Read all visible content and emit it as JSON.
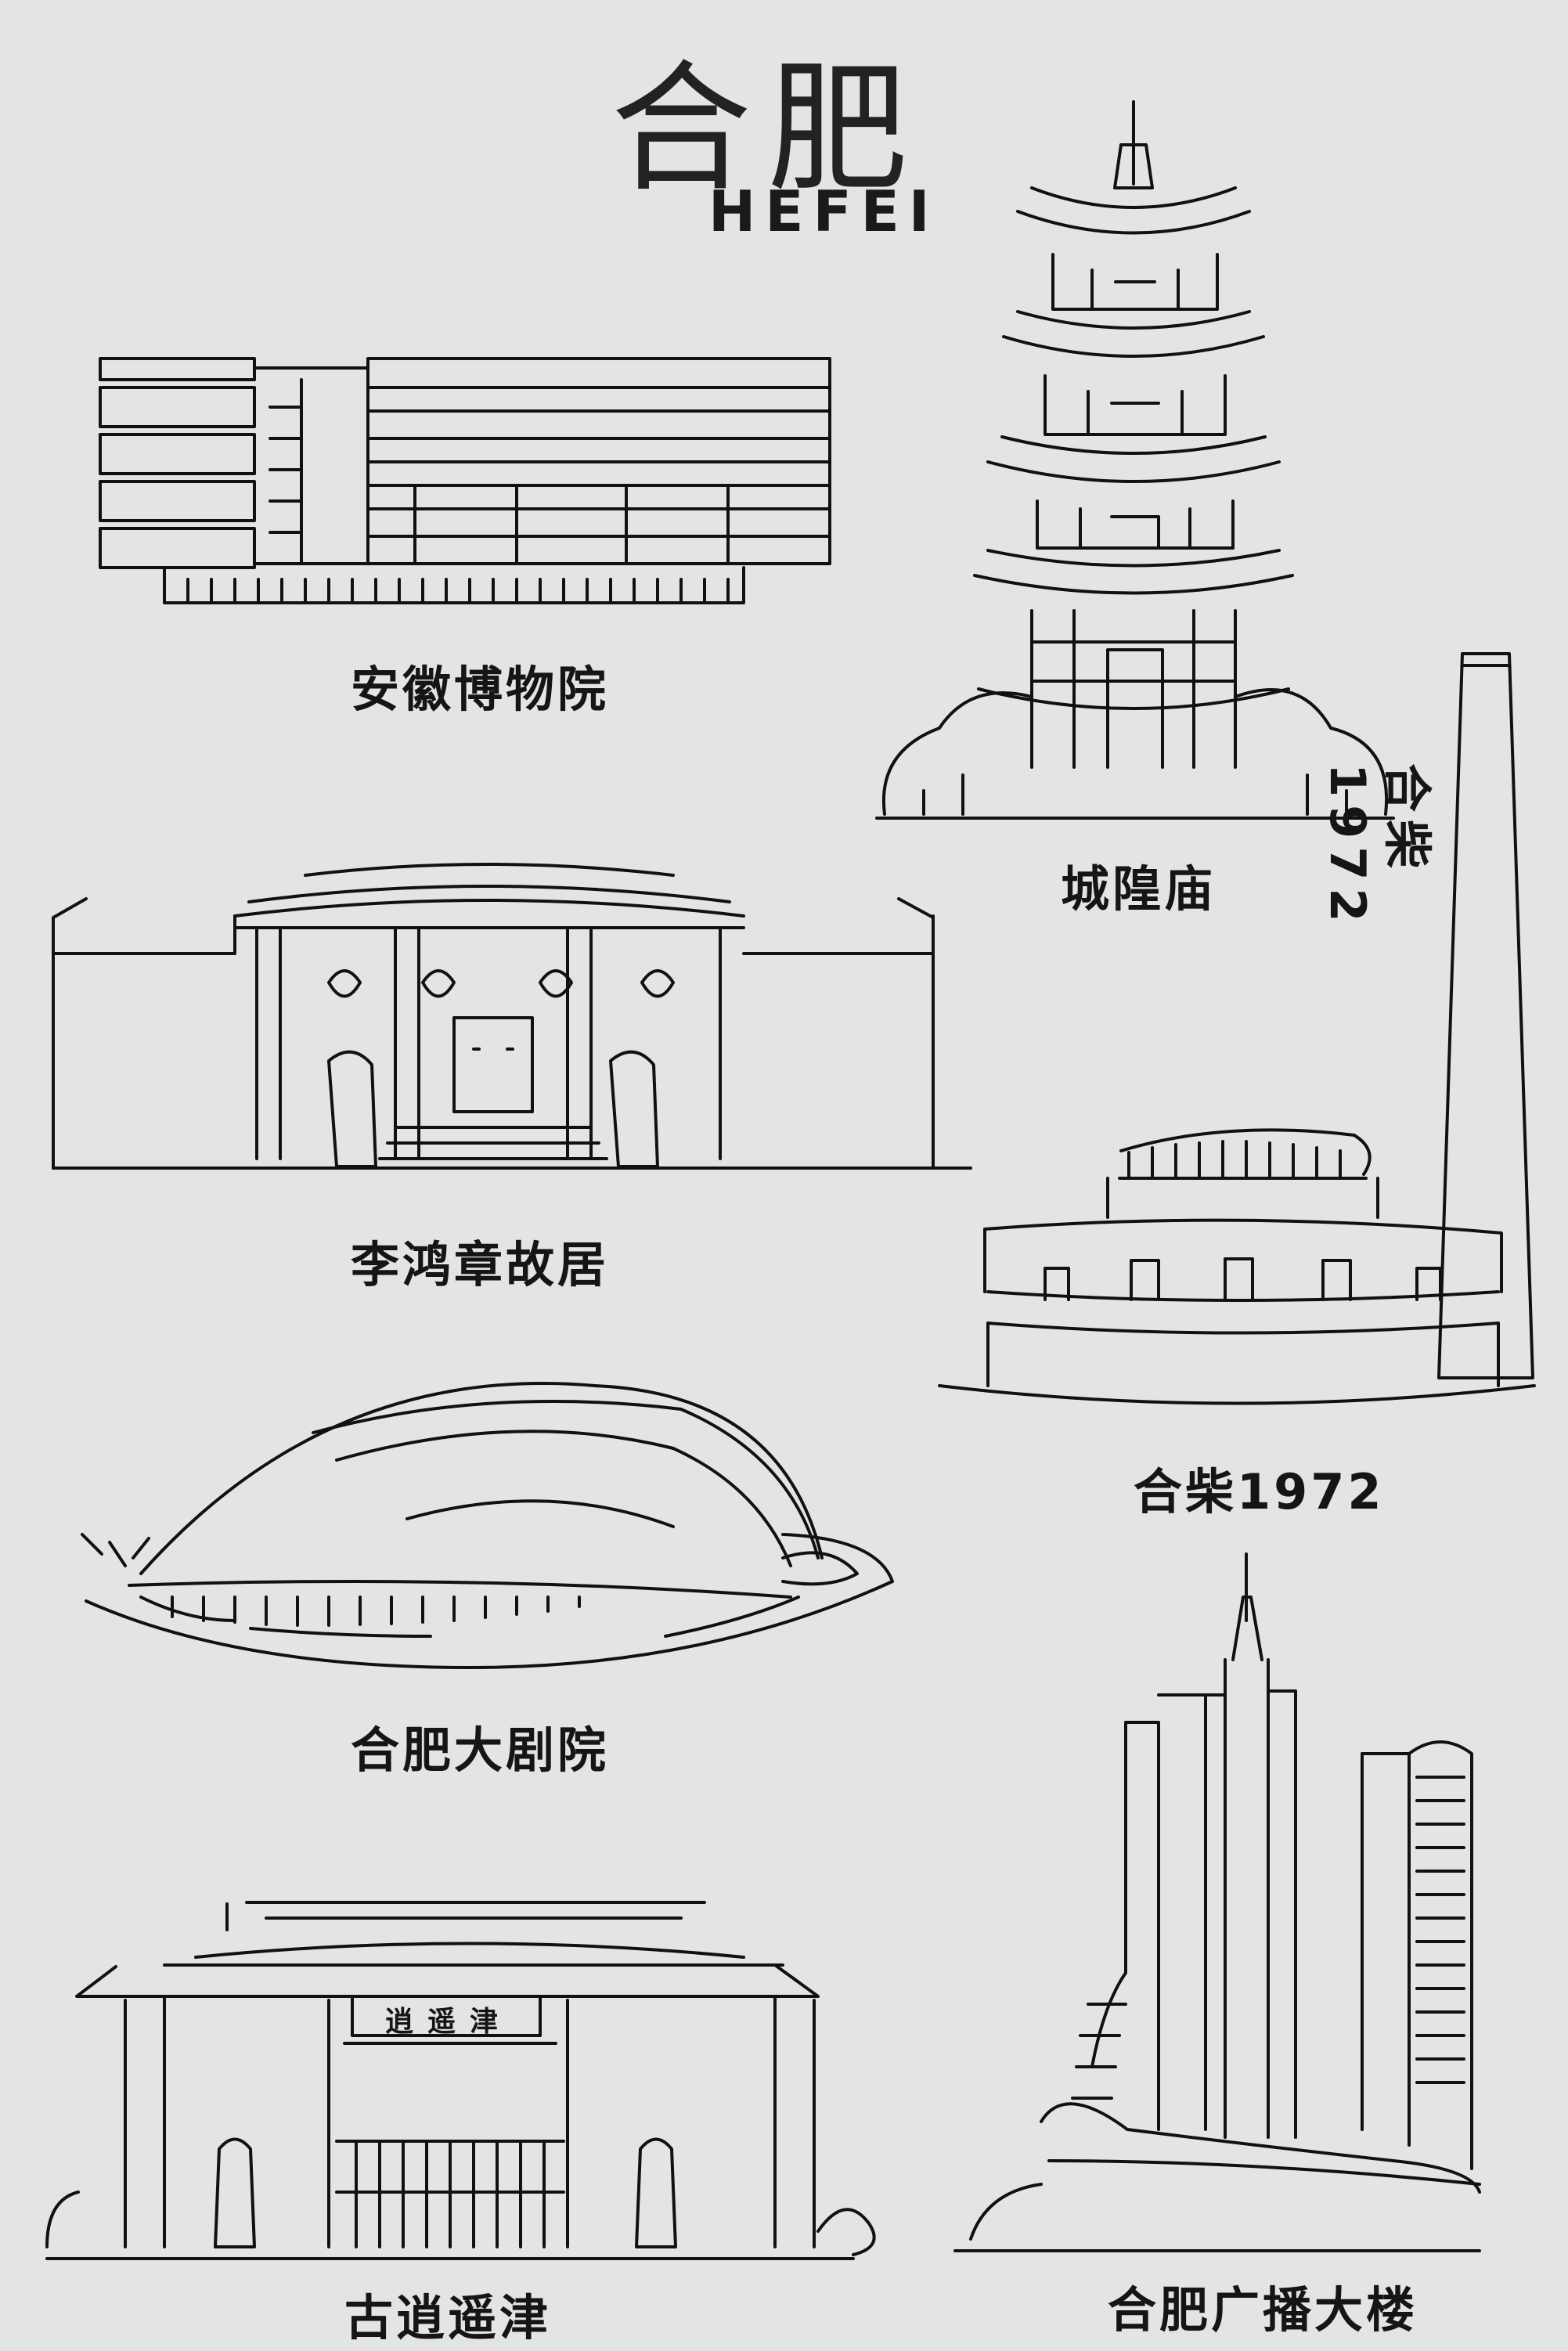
{
  "title": {
    "chinese": "合肥",
    "english": "HEFEI"
  },
  "landmarks": [
    {
      "id": "anhui-museum",
      "label": "安徽博物院"
    },
    {
      "id": "chenghuang-temple",
      "label": "城隍庙"
    },
    {
      "id": "li-hongzhang-residence",
      "label": "李鸿章故居"
    },
    {
      "id": "hechai-1972",
      "label": "合柴1972"
    },
    {
      "id": "hefei-grand-theatre",
      "label": "合肥大剧院"
    },
    {
      "id": "guxiao-yaojin",
      "label": "古逍遥津"
    },
    {
      "id": "hefei-broadcast-tower",
      "label": "合肥广播大楼"
    }
  ],
  "chimney_text": "合柴1972",
  "gate_plaque": "逍遥津",
  "colors": {
    "paper": "#e3e5e4",
    "ink": "#111111"
  }
}
